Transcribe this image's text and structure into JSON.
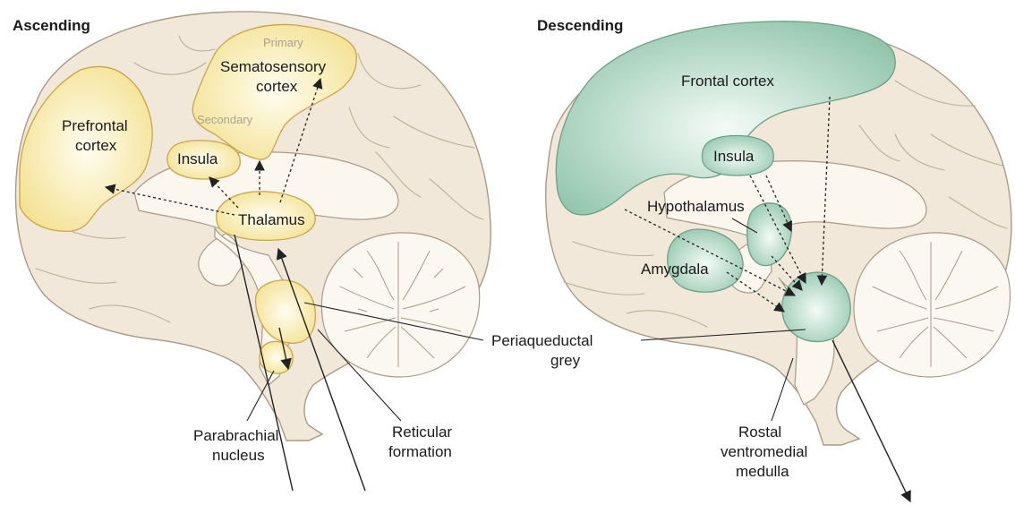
{
  "ascending": {
    "heading": "Ascending",
    "primary": "Primary",
    "somatosensory_line1": "Sematosensory",
    "somatosensory_line2": "cortex",
    "secondary": "Secondary",
    "prefrontal_line1": "Prefrontal",
    "prefrontal_line2": "cortex",
    "insula": "Insula",
    "thalamus": "Thalamus",
    "parabrachial_line1": "Parabrachial",
    "parabrachial_line2": "nucleus",
    "reticular_line1": "Reticular",
    "reticular_line2": "formation"
  },
  "shared": {
    "pag_line1": "Periaqueductal",
    "pag_line2": "grey"
  },
  "descending": {
    "heading": "Descending",
    "frontal": "Frontal cortex",
    "insula": "Insula",
    "hypothalamus": "Hypothalamus",
    "amygdala": "Amygdala",
    "rvm_line1": "Rostal",
    "rvm_line2": "ventromedial",
    "rvm_line3": "medulla"
  },
  "colors": {
    "ascending_region": "#f6e7a6",
    "descending_region": "#a9d3bd",
    "brain_tissue": "#f2e8da"
  }
}
